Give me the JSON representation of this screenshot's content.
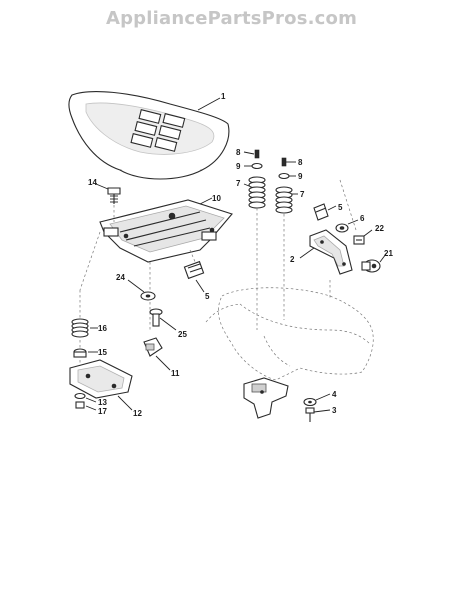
{
  "watermark": {
    "text": "AppliancePartsPros.com"
  },
  "labels": [
    {
      "id": "seat",
      "text": "1"
    },
    {
      "id": "bracket-2",
      "text": "2"
    },
    {
      "id": "screw-3",
      "text": "3"
    },
    {
      "id": "washer-4",
      "text": "4"
    },
    {
      "id": "nut-5-right",
      "text": "5"
    },
    {
      "id": "nut-5-left",
      "text": "5"
    },
    {
      "id": "knob-6",
      "text": "6"
    },
    {
      "id": "spring-7-left",
      "text": "7"
    },
    {
      "id": "spring-7-right",
      "text": "7"
    },
    {
      "id": "bolt-8-left",
      "text": "8"
    },
    {
      "id": "bolt-8-right",
      "text": "8"
    },
    {
      "id": "washer-9-left",
      "text": "9"
    },
    {
      "id": "washer-9-right",
      "text": "9"
    },
    {
      "id": "seat-pan-10",
      "text": "10"
    },
    {
      "id": "bracket-11",
      "text": "11"
    },
    {
      "id": "plate-12",
      "text": "12"
    },
    {
      "id": "washer-13",
      "text": "13"
    },
    {
      "id": "bolt-14",
      "text": "14"
    },
    {
      "id": "washer-15",
      "text": "15"
    },
    {
      "id": "spring-16",
      "text": "16"
    },
    {
      "id": "nut-17",
      "text": "17"
    },
    {
      "id": "knob-21",
      "text": "21"
    },
    {
      "id": "nut-22",
      "text": "22"
    },
    {
      "id": "washer-24",
      "text": "24"
    },
    {
      "id": "bolt-25",
      "text": "25"
    }
  ]
}
